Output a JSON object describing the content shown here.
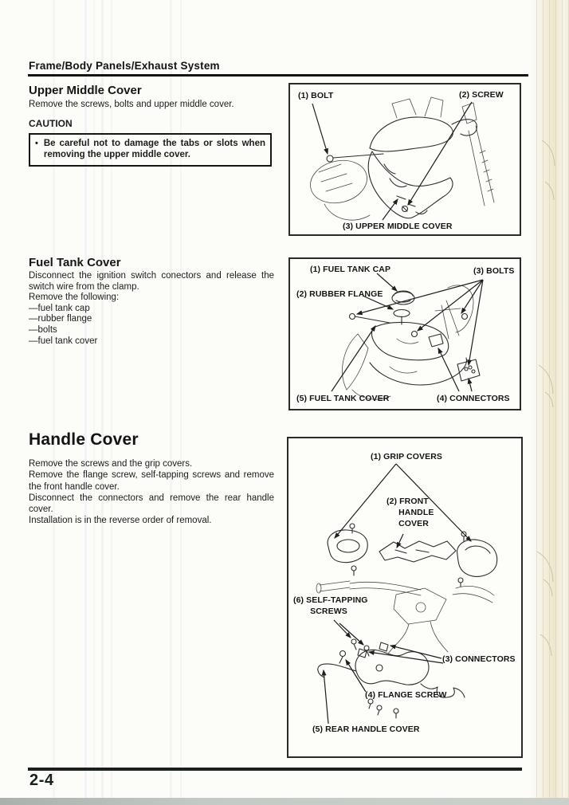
{
  "header": {
    "title": "Frame/Body Panels/Exhaust System"
  },
  "sections": {
    "upper_middle_cover": {
      "title": "Upper Middle Cover",
      "body": "Remove the screws, bolts and upper middle cover.",
      "caution_label": "CAUTION",
      "caution_bullet": "•",
      "caution_text": "Be careful not to damage the tabs or slots when removing the upper middle cover."
    },
    "fuel_tank_cover": {
      "title": "Fuel Tank Cover",
      "para1": "Disconnect the ignition switch conectors and release the switch wire from the clamp.",
      "para2": "Remove the following:",
      "items": [
        "—fuel tank cap",
        "—rubber flange",
        "—bolts",
        "—fuel tank cover"
      ]
    },
    "handle_cover": {
      "title": "Handle Cover",
      "paras": [
        "Remove the screws and the grip covers.",
        "Remove the flange screw, self-tapping screws and remove the front handle cover.",
        "Disconnect the connectors and remove the rear handle cover.",
        "Installation is in the reverse order of removal."
      ]
    }
  },
  "figures": {
    "upper_middle_cover": {
      "labels": {
        "bolt": "(1) BOLT",
        "screw": "(2) SCREW",
        "cover": "(3) UPPER MIDDLE COVER"
      }
    },
    "fuel_tank_cover": {
      "labels": {
        "fuel_tank_cap": "(1) FUEL TANK CAP",
        "rubber_flange": "(2) RUBBER FLANGE",
        "bolts": "(3) BOLTS",
        "connectors": "(4) CONNECTORS",
        "fuel_tank_cover": "(5) FUEL TANK COVER"
      }
    },
    "handle_cover": {
      "labels": {
        "grip_covers": "(1) GRIP COVERS",
        "front_handle_cover": "(2) FRONT\n     HANDLE\n     COVER",
        "connectors": "(3) CONNECTORS",
        "flange_screw": "(4) FLANGE SCREW",
        "rear_handle_cover": "(5) REAR HANDLE COVER",
        "self_tapping_screws": "(6) SELF-TAPPING\n       SCREWS"
      }
    }
  },
  "footer": {
    "page_number": "2-4"
  },
  "colors": {
    "ink": "#1c1c1c",
    "paper": "#fcfcf9",
    "edge_cream": "#eee7cf",
    "footer_bar": "#1a201e"
  }
}
